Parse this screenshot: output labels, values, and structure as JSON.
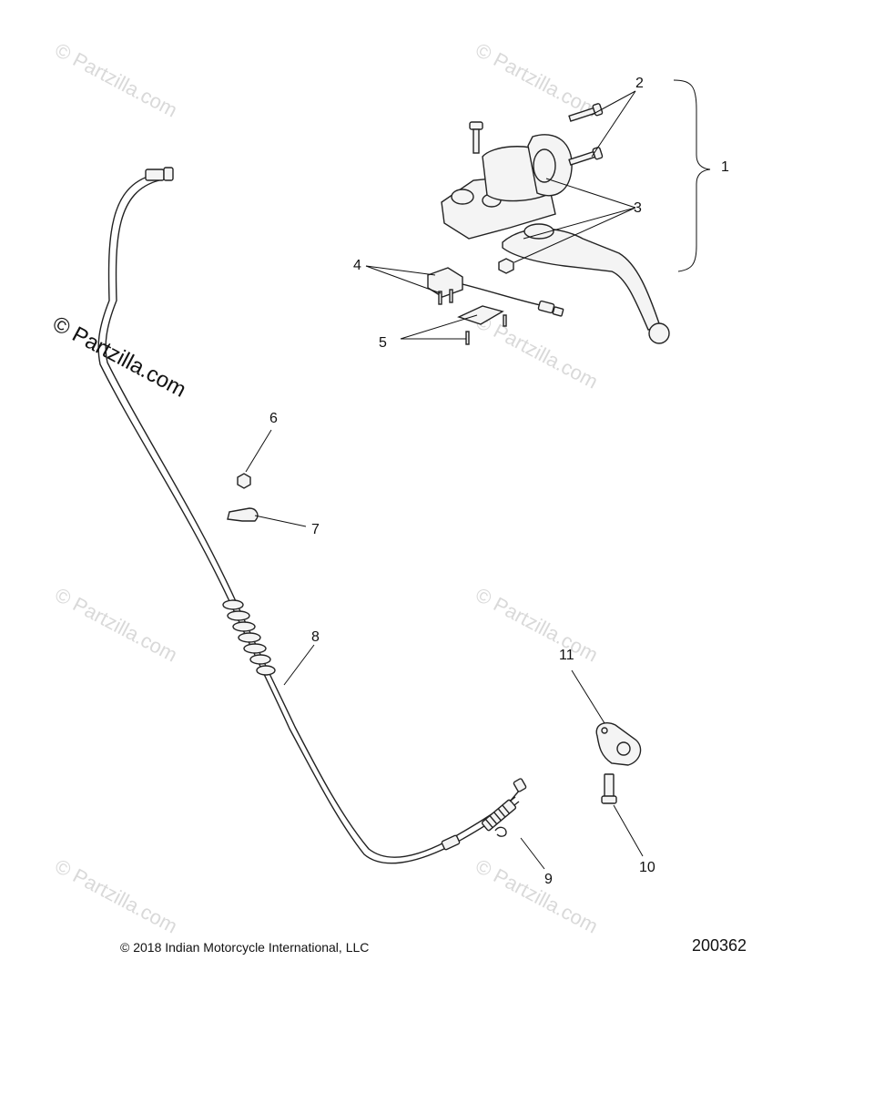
{
  "watermarks": {
    "light": "© Partzilla.com",
    "dark": "© Partzilla.com"
  },
  "callouts": [
    "1",
    "2",
    "3",
    "4",
    "5",
    "6",
    "7",
    "8",
    "9",
    "10",
    "11"
  ],
  "footer": {
    "copyright": "2018 Indian Motorcycle International, LLC",
    "diagram_number": "200362"
  }
}
